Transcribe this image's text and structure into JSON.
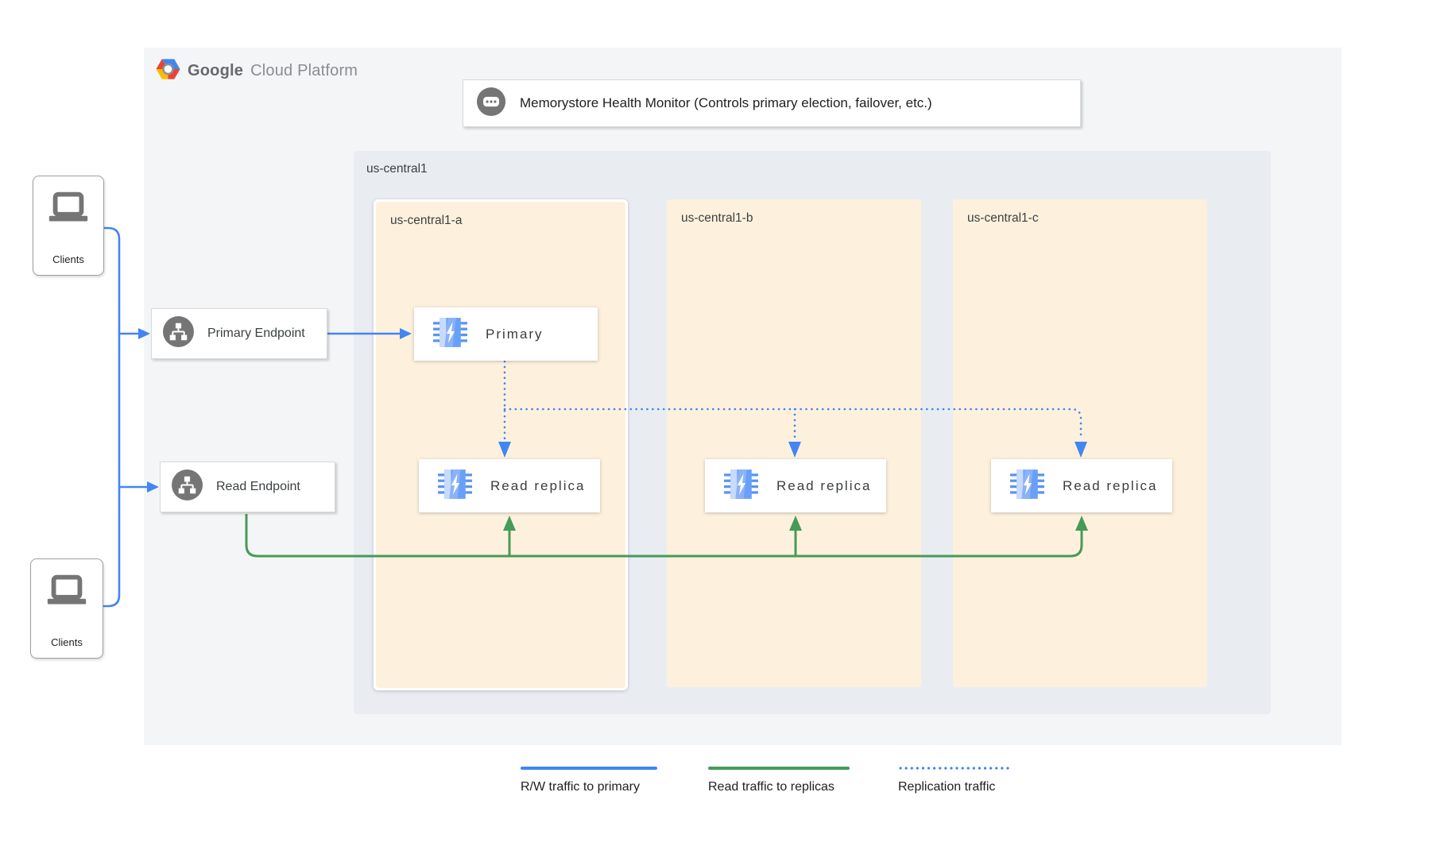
{
  "colors": {
    "accent_blue": "#4285f4",
    "accent_green": "#479a58",
    "panel_bg": "#f4f5f6",
    "region_bg": "#e9edf2",
    "zone_bg": "#fdf1dd",
    "icon_gray": "#757575"
  },
  "logo": {
    "brand": "Google",
    "product": "Cloud Platform"
  },
  "health_monitor": {
    "label": "Memorystore Health Monitor (Controls primary election, failover, etc.)"
  },
  "region": {
    "name": "us-central1",
    "zones": [
      {
        "name": "us-central1-a",
        "nodes": [
          {
            "label": "Primary"
          },
          {
            "label": "Read replica"
          }
        ]
      },
      {
        "name": "us-central1-b",
        "nodes": [
          {
            "label": "Read replica"
          }
        ]
      },
      {
        "name": "us-central1-c",
        "nodes": [
          {
            "label": "Read replica"
          }
        ]
      }
    ]
  },
  "endpoints": {
    "primary": {
      "label": "Primary Endpoint"
    },
    "read": {
      "label": "Read Endpoint"
    }
  },
  "clients": {
    "top": {
      "label": "Clients"
    },
    "bottom": {
      "label": "Clients"
    }
  },
  "legend": [
    {
      "style": "solid-blue",
      "label": "R/W traffic to primary"
    },
    {
      "style": "solid-green",
      "label": "Read traffic to replicas"
    },
    {
      "style": "dotted-blue",
      "label": "Replication traffic"
    }
  ]
}
